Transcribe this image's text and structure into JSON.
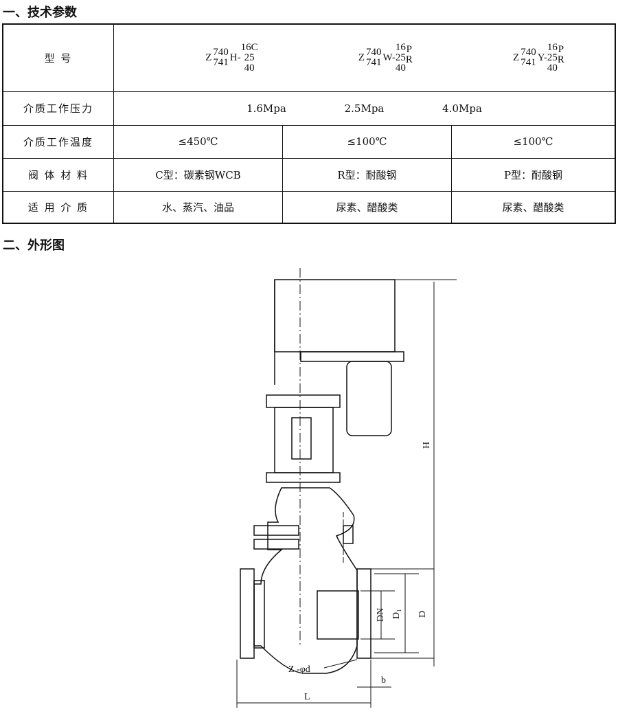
{
  "section1": "一、技术参数",
  "section2": "二、外形图",
  "table": {
    "model_label": "型  号",
    "models": [
      {
        "prefix": "Z",
        "top": "740",
        "bottom": "741",
        "mid": "H-",
        "stack": [
          "16C",
          "25",
          "40"
        ],
        "suffix": [
          "",
          ""
        ]
      },
      {
        "prefix": "Z",
        "top": "740",
        "bottom": "741",
        "mid": "W-",
        "stack": [
          "16",
          "25",
          "40"
        ],
        "suffix": [
          "P",
          "R"
        ]
      },
      {
        "prefix": "Z",
        "top": "740",
        "bottom": "741",
        "mid": "Y-",
        "stack": [
          "16",
          "25",
          "40"
        ],
        "suffix": [
          "P",
          "R"
        ]
      }
    ],
    "pressure_label": "介质工作压力",
    "pressures": [
      "1.6Mpa",
      "2.5Mpa",
      "4.0Mpa"
    ],
    "temp_label": "介质工作温度",
    "temps": [
      "≤450℃",
      "≤100℃",
      "≤100℃"
    ],
    "material_label": "阀 体 材 料",
    "materials": [
      "C型：碳素钢WCB",
      "R型：耐酸钢",
      "P型：耐酸钢"
    ],
    "medium_label": "适 用 介 质",
    "media": [
      "水、蒸汽、油品",
      "尿素、醋酸类",
      "尿素、醋酸类"
    ]
  },
  "drawing": {
    "H": "H",
    "D": "D",
    "D1": "D₁",
    "DN": "DN",
    "Zd": "Z -φd",
    "b": "b",
    "L": "L"
  }
}
